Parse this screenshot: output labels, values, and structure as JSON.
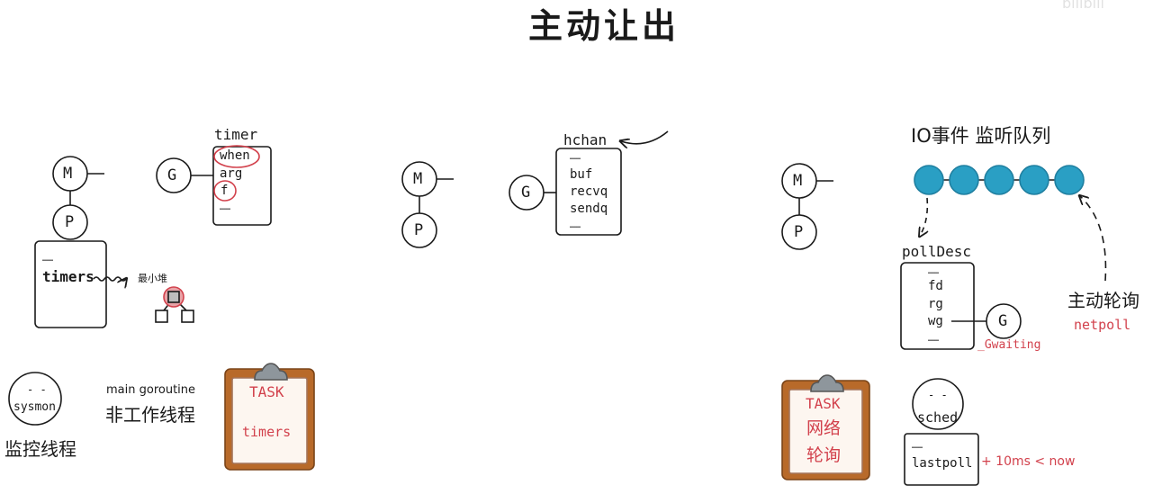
{
  "title": "主动让出",
  "watermark": "bilibili",
  "panel_timer": {
    "m_label": "M",
    "p_label": "P",
    "g_label": "G",
    "timer_struct_title": "timer",
    "timer_fields": [
      "when",
      "arg",
      "f",
      "……"
    ],
    "p_fields": [
      "……",
      "timers"
    ],
    "heap_label": "最小堆",
    "sysmon_face": "- -",
    "sysmon_name": "sysmon",
    "sysmon_caption": "监控线程",
    "main_goroutine": "main goroutine",
    "non_working_thread": "非工作线程",
    "task_title": "TASK",
    "task_item": "timers"
  },
  "panel_chan": {
    "m_label": "M",
    "p_label": "P",
    "g_label": "G",
    "hchan_title": "hchan",
    "hchan_fields": [
      "……",
      "buf",
      "recvq",
      "sendq",
      "……"
    ]
  },
  "panel_netpoll": {
    "m_label": "M",
    "p_label": "P",
    "g_label": "G",
    "queue_title": "IO事件 监听队列",
    "queue_nodes": 5,
    "queue_color": "#2a9fc4",
    "polldesc_title": "pollDesc",
    "polldesc_fields": [
      "……",
      "fd",
      "rg",
      "wg",
      "……"
    ],
    "g_state": "_Gwaiting",
    "active_poll": "主动轮询",
    "netpoll": "netpoll",
    "task_title": "TASK",
    "task_items": [
      "网络",
      "轮询"
    ],
    "sched_face": "- -",
    "sched_name": "sched",
    "sched_fields": [
      "……",
      "lastpoll"
    ],
    "lastpoll_note": "+ 10ms < now"
  },
  "colors": {
    "accent_red": "#d2414c",
    "clipboard": "#b86a2a",
    "clipboard_paper": "#fdf6f0",
    "clip_metal": "#8e969c"
  }
}
